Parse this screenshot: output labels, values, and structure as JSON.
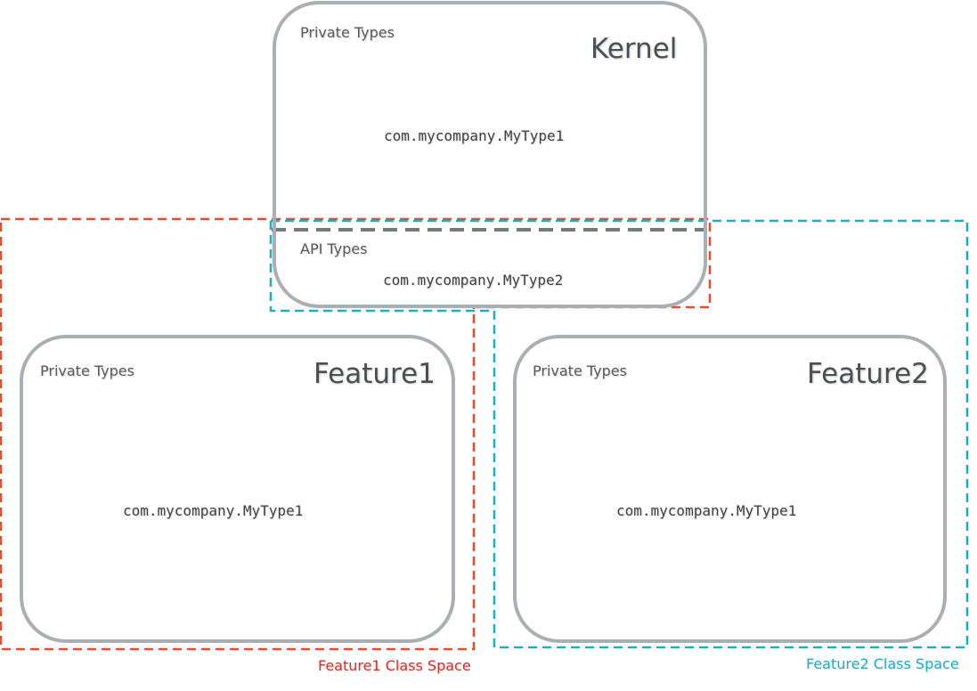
{
  "colors": {
    "box_border": "#a9afb3",
    "api_divider": "#737a7e",
    "feature1_space": "#e84a2a",
    "feature2_space": "#17b0c6"
  },
  "kernel": {
    "title": "Kernel",
    "private_label": "Private Types",
    "private_type": "com.mycompany.MyType1",
    "api_label": "API Types",
    "api_type": "com.mycompany.MyType2"
  },
  "feature1": {
    "title": "Feature1",
    "private_label": "Private Types",
    "private_type": "com.mycompany.MyType1",
    "class_space_label": "Feature1 Class Space"
  },
  "feature2": {
    "title": "Feature2",
    "private_label": "Private Types",
    "private_type": "com.mycompany.MyType1",
    "class_space_label": "Feature2 Class Space"
  }
}
